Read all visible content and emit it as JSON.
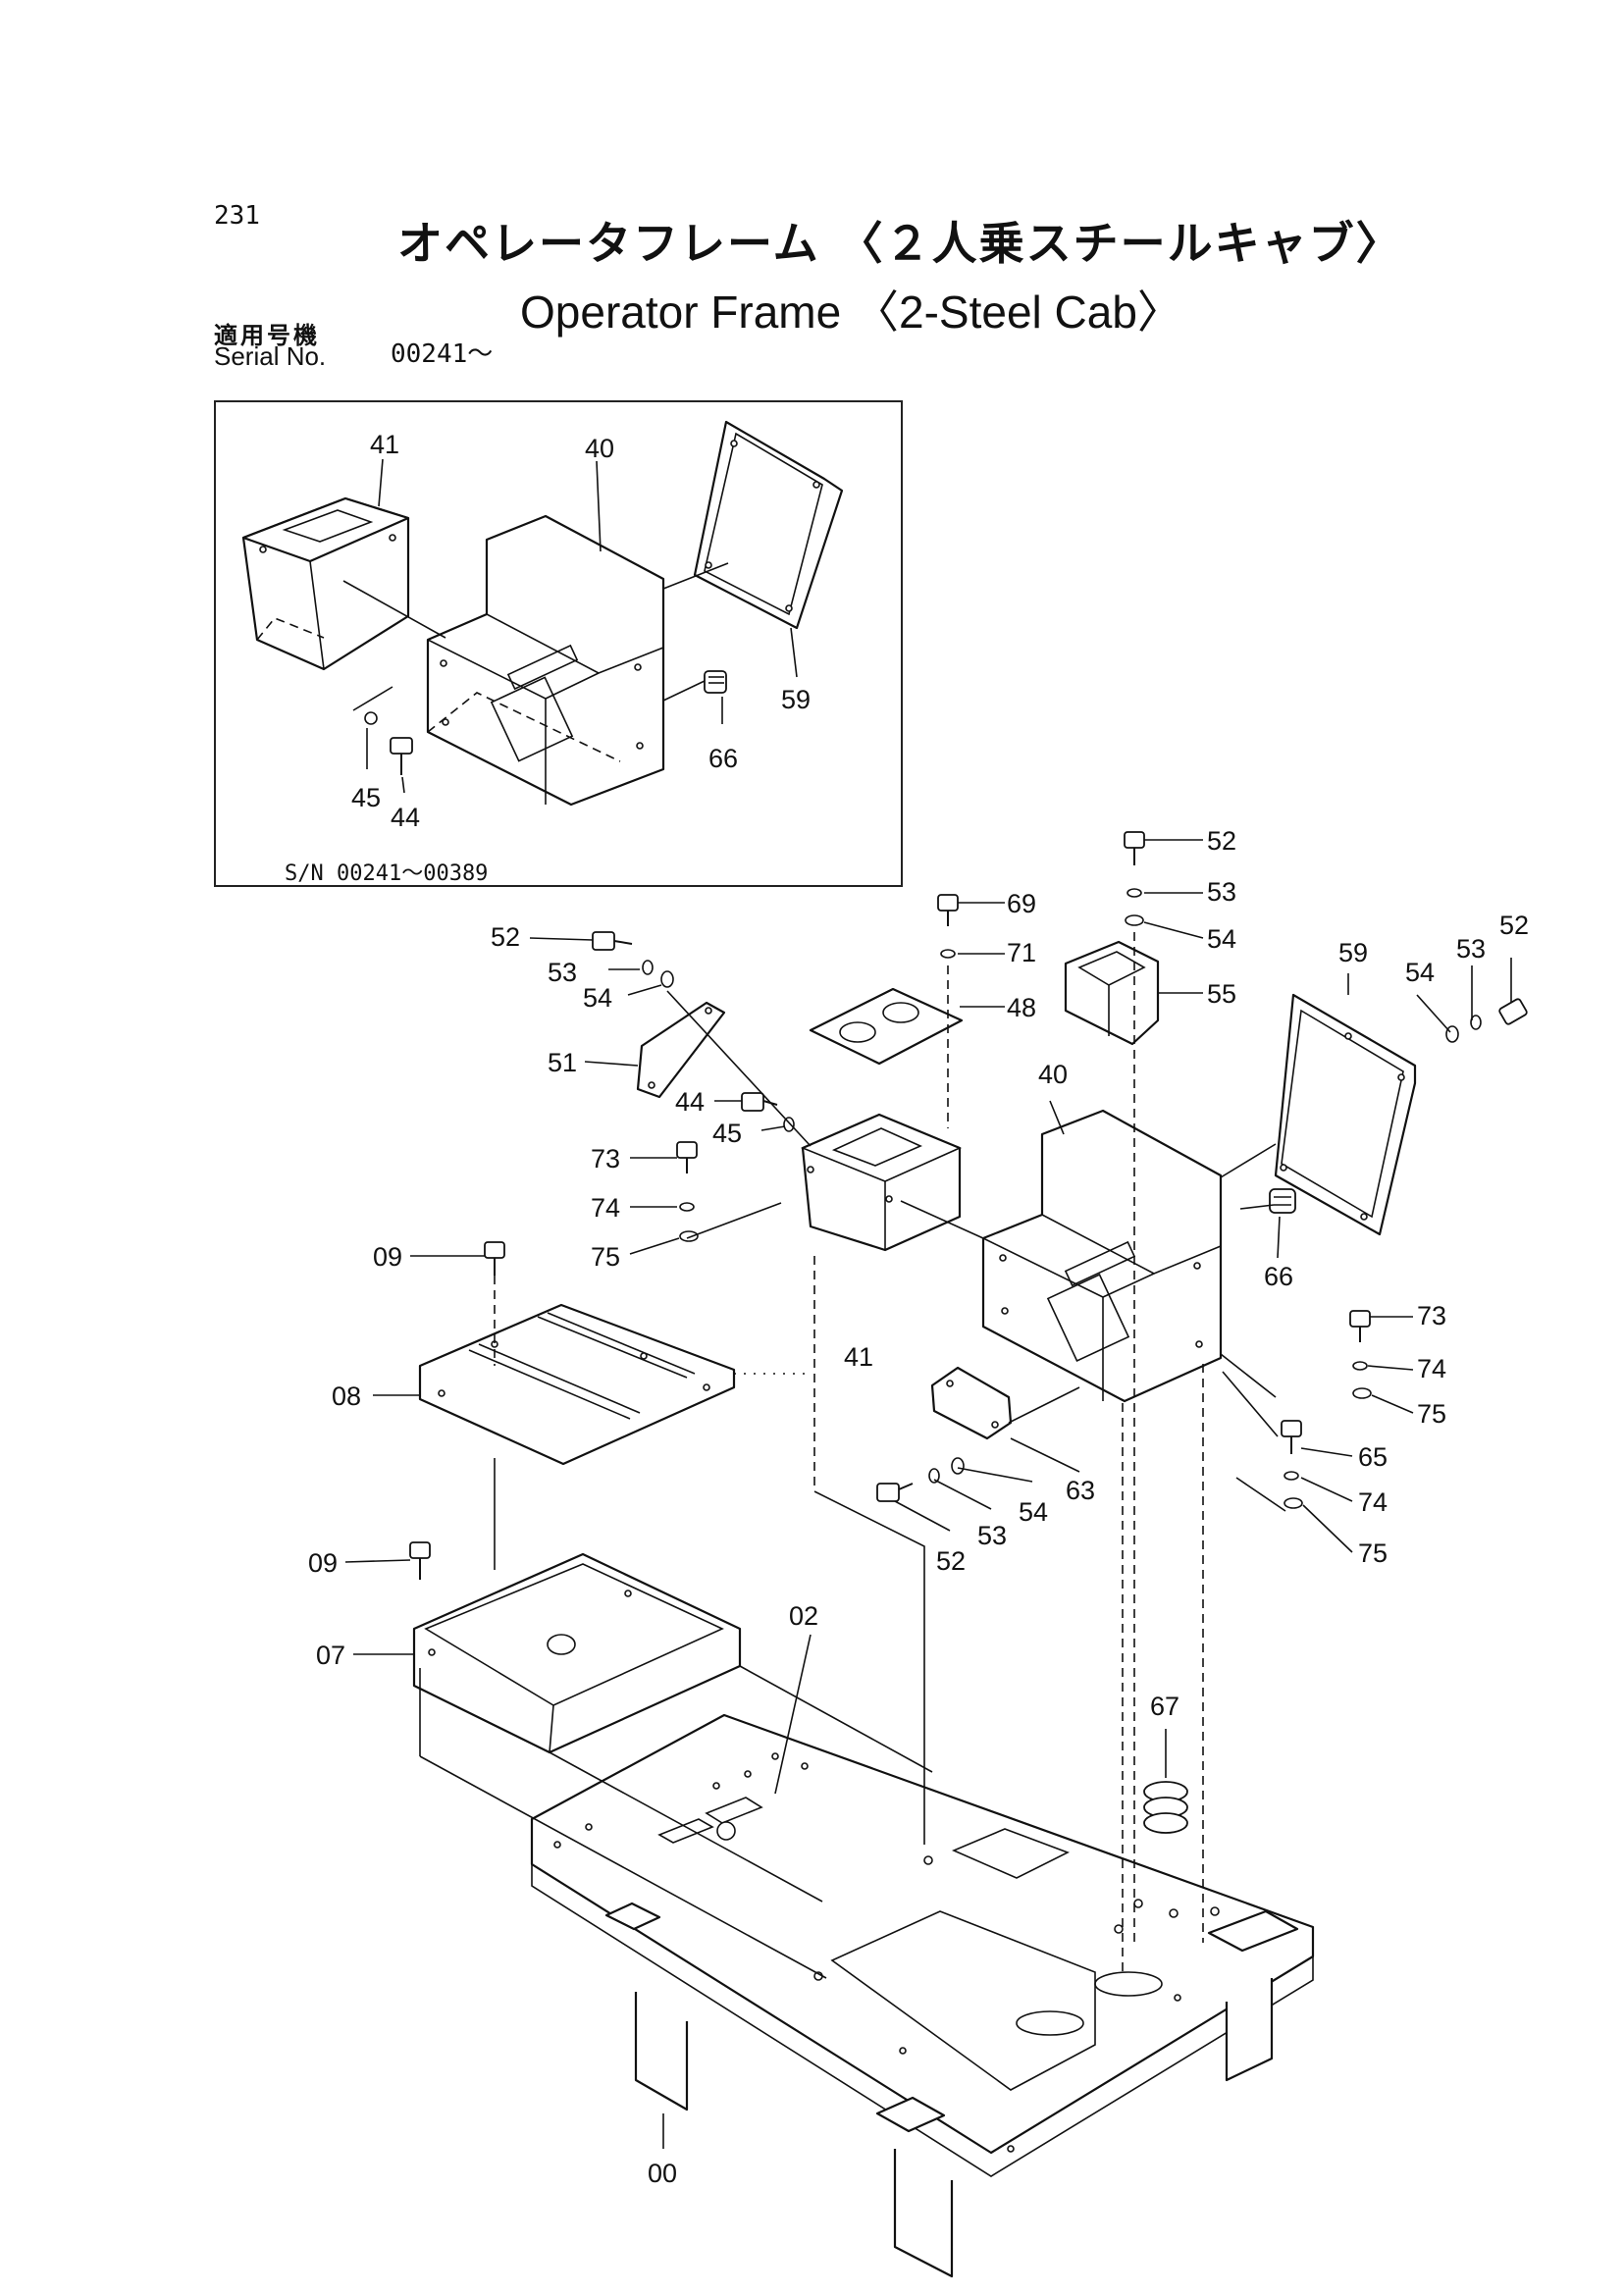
{
  "header": {
    "page_number": "231",
    "title_ja": "オペレータフレーム 〈２人乗スチールキャブ〉",
    "title_en": "Operator Frame 〈2-Steel Cab〉",
    "serial_label_ja": "適用号機",
    "serial_label_en": "Serial No.",
    "serial_value": "00241～"
  },
  "inset": {
    "serial_range": "S/N  00241～00389",
    "labels": {
      "p41": "41",
      "p40": "40",
      "p59": "59",
      "p66": "66",
      "p45": "45",
      "p44": "44"
    }
  },
  "main": {
    "labels": {
      "p52a": "52",
      "p53a": "53",
      "p54a": "54",
      "p55": "55",
      "p69": "69",
      "p71": "71",
      "p48": "48",
      "p52b": "52",
      "p53b": "53",
      "p54b": "54",
      "p51": "51",
      "p44": "44",
      "p45": "45",
      "p73a": "73",
      "p74a": "74",
      "p75a": "75",
      "p09a": "09",
      "p08": "08",
      "p09b": "09",
      "p07": "07",
      "p41": "41",
      "p40": "40",
      "p59": "59",
      "p54c": "54",
      "p53c": "53",
      "p52c": "52",
      "p66": "66",
      "p73b": "73",
      "p74b": "74",
      "p75b": "75",
      "p65": "65",
      "p74c": "74",
      "p75c": "75",
      "p63": "63",
      "p54d": "54",
      "p53d": "53",
      "p52d": "52",
      "p02": "02",
      "p67": "67",
      "p00": "00"
    }
  }
}
